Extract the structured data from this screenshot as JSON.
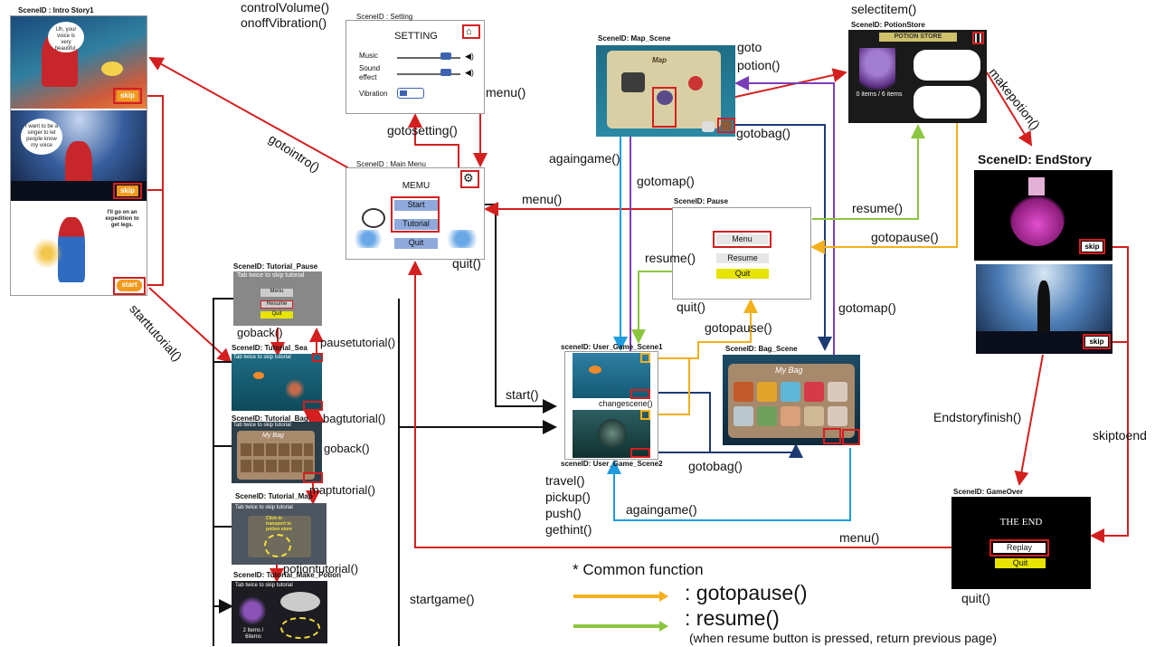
{
  "colors": {
    "red": "#d41f1f",
    "black": "#111111",
    "blue": "#1f9be0",
    "navy": "#1d3a73",
    "purple": "#7a3db8",
    "yellow": "#f3b01b",
    "green": "#8cc63f",
    "thumb_red": "#c00000"
  },
  "intro": {
    "scene_id": "SceneID : Intro Story1",
    "bubble1": "Uh, your voice is very beautiful.",
    "bubble2": "I want to be a singer to let people know my voice",
    "bubble3": "I'll go on an expedition to get legs.",
    "skip1": "skip",
    "skip2": "skip",
    "start": "start"
  },
  "setting": {
    "scene_id": "SceneID : Setting",
    "title": "SETTING",
    "music": "Music",
    "sound": "Sound effect",
    "vibration": "Vibration",
    "home_icon": "home-icon",
    "speaker_icon": "speaker-icon"
  },
  "menu": {
    "scene_id": "SceneID : Main Menu",
    "title": "MEMU",
    "start": "Start",
    "tutorial": "Tutorial",
    "quit": "Quit",
    "gear_icon": "gear-icon"
  },
  "map": {
    "scene_id": "SceneID: Map_Scene",
    "title": "Map"
  },
  "potion": {
    "scene_id": "SceneID: PotionStore",
    "title": "POTION STORE",
    "items": "0 items / 6 items"
  },
  "endstory": {
    "scene_id": "SceneID: EndStory",
    "skip1": "skip",
    "skip2": "skip"
  },
  "pause": {
    "scene_id": "SceneID: Pause",
    "menu": "Menu",
    "resume": "Resume",
    "quit": "Quit"
  },
  "tutorial_pause": {
    "scene_id": "SceneID: Tutorial_Pause",
    "hint": "Tab twice to skip tutorial",
    "menu": "Menu",
    "resume": "Resume",
    "quit": "Quit"
  },
  "tutorial_sea": {
    "scene_id": "SceneID: Tutorial_Sea",
    "hint": "Tab twice to skip tutorial"
  },
  "tutorial_bag": {
    "scene_id": "SceneID: Tutorial_Bag",
    "hint": "Tab twice to skip tutorial",
    "title": "My Bag"
  },
  "tutorial_map": {
    "scene_id": "SceneID: Tutorial_Map",
    "hint": "Tab twice to skip tutorial",
    "note": "Click to transport to potion store"
  },
  "tutorial_potion": {
    "scene_id": "SceneID: Tutorial_Make_Potion",
    "hint": "Tab twice to skip tutorial",
    "items": "2 items / 6items"
  },
  "game1": {
    "scene_id": "sceneID: User_Game_Scene1"
  },
  "game2": {
    "scene_id": "sceneID: User_Game_Scene2"
  },
  "bag": {
    "scene_id": "SceneID: Bag_Scene",
    "title": "My Bag"
  },
  "gameover": {
    "scene_id": "SceneID: GameOver",
    "title": "THE END",
    "replay": "Replay",
    "quit": "Quit"
  },
  "labels": {
    "control_volume": "controlVolume()",
    "onoff_vibration": "onoffVibration()",
    "menu_top": "menu()",
    "goto_setting": "gotosetting()",
    "goto_intro": "gotointro()",
    "start_tutorial": "starttutorial()",
    "goback1": "goback()",
    "pause_tutorial": "pausetutorial()",
    "bag_tutorial": "bagtutorial()",
    "goback2": "goback()",
    "map_tutorial": "maptutorial()",
    "potion_tutorial": "potiontutorial()",
    "quit_menu": "quit()",
    "startgame": "startgame()",
    "goto_potion": "goto potion()",
    "goto_bag_top": "gotobag()",
    "again_game_top": "againgame()",
    "goto_map_mid": "gotomap()",
    "menu_mid": "menu()",
    "resume_right": "resume()",
    "goto_pause_right": "gotopause()",
    "resume_left": "resume()",
    "quit_pause": "quit()",
    "goto_pause_mid": "gotopause()",
    "goto_map_right": "gotomap()",
    "start": "start()",
    "change_scene": "changescene()",
    "travel": "travel()",
    "pickup": "pickup()",
    "push": "push()",
    "gethint": "gethint()",
    "goto_bag_bottom": "gotobag()",
    "again_game_bottom": "againgame()",
    "menu_bottom": "menu()",
    "quit_gameover": "quit()",
    "select_item": "selectitem()",
    "make_potion": "makepotion()",
    "endstory_finish": "Endstoryfinish()",
    "skip_to_end": "skiptoend"
  },
  "legend": {
    "title": "* Common function",
    "pause": ": gotopause()",
    "resume": ": resume()",
    "note": "(when resume button is pressed, return previous page)"
  }
}
